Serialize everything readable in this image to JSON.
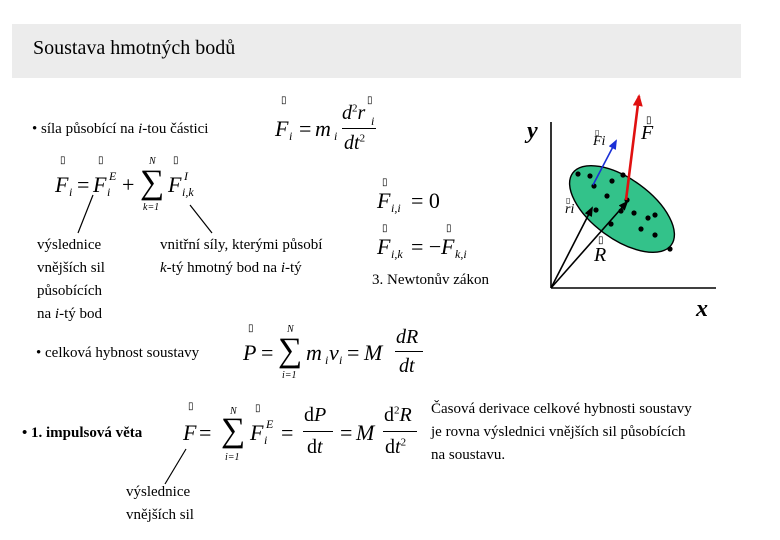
{
  "slide": {
    "title": "Soustava hmotných bodů",
    "force_label": "• síla působící na i-tou částici",
    "external_desc": "výslednice\nvnějších sil\npůsobících\nna i-tý bod",
    "internal_desc": "vnitřní síly, kterými působí\nk-tý hmotný bod na i-tý",
    "newton_label": "3. Newtonův zákon",
    "momentum_label": "• celková hybnost soustavy",
    "impulse_label": "• 1. impulsová věta",
    "impulse_sub": "výslednice\nvnějších sil",
    "conclusion": "Časová derivace celkové hybnosti soustavy\nje rovna výslednici vnějších sil působících\nna soustavu."
  },
  "diagram": {
    "axis_x": "x",
    "axis_y": "y",
    "vec_F": "F",
    "vec_Fi": "Fi",
    "vec_ri": "ri",
    "vec_R": "R",
    "ellipse_color": "#33c28a",
    "force_color": "#e01010",
    "internal_color": "#1a2fd6"
  }
}
